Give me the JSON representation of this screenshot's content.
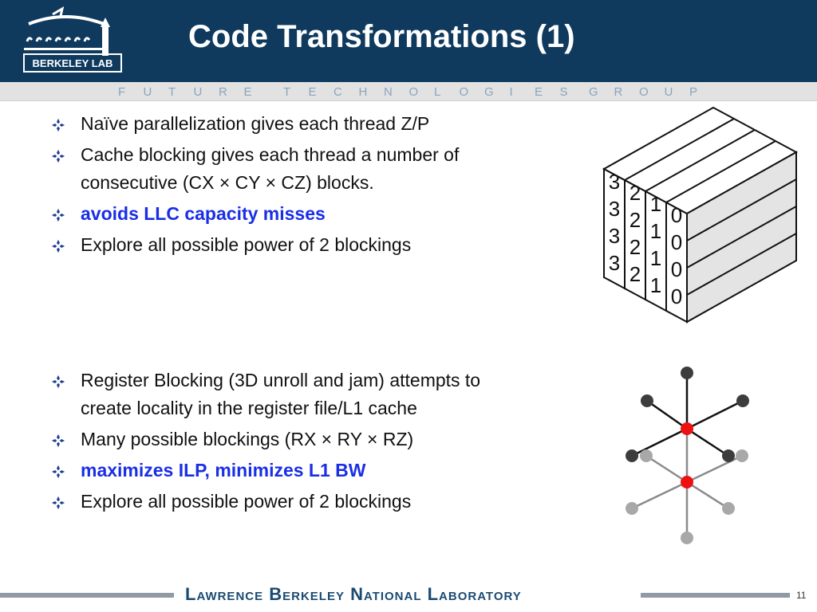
{
  "header": {
    "title": "Code Transformations (1)",
    "logo_text": "BERKELEY LAB",
    "bg_color": "#0f3a5e"
  },
  "tagline": {
    "letters": [
      "F",
      "U",
      "T",
      "U",
      "R",
      "E",
      "T",
      "E",
      "C",
      "H",
      "N",
      "O",
      "L",
      "O",
      "G",
      "I",
      "E",
      "S",
      "G",
      "R",
      "O",
      "U",
      "P"
    ]
  },
  "section1": {
    "bullets": [
      {
        "text": "Naïve parallelization gives each thread Z/P",
        "emphasis": false
      },
      {
        "text": "Cache blocking gives each thread a number of consecutive (CX × CY × CZ) blocks.",
        "emphasis": false
      },
      {
        "text": "avoids LLC capacity misses",
        "emphasis": true
      },
      {
        "text": "Explore all possible power of 2 blockings",
        "emphasis": false
      }
    ]
  },
  "section2": {
    "bullets": [
      {
        "text": "Register Blocking (3D unroll and jam) attempts to create locality in the register file/L1 cache",
        "emphasis": false
      },
      {
        "text": "Many possible blockings (RX × RY × RZ)",
        "emphasis": false
      },
      {
        "text": "maximizes ILP, minimizes L1 BW",
        "emphasis": true
      },
      {
        "text": "Explore all possible power of 2 blockings",
        "emphasis": false
      }
    ]
  },
  "cube": {
    "labels": [
      "3",
      "2",
      "1",
      "0"
    ]
  },
  "footer": {
    "lab_name": "Lawrence Berkeley National Laboratory",
    "page_number": "11"
  },
  "colors": {
    "emphasis": "#1a2ee6",
    "bullet_mark": "#1f3f8f",
    "red_node": "#ee1111",
    "dark_node": "#3d3d3d",
    "gray_node": "#a8a8a8"
  }
}
